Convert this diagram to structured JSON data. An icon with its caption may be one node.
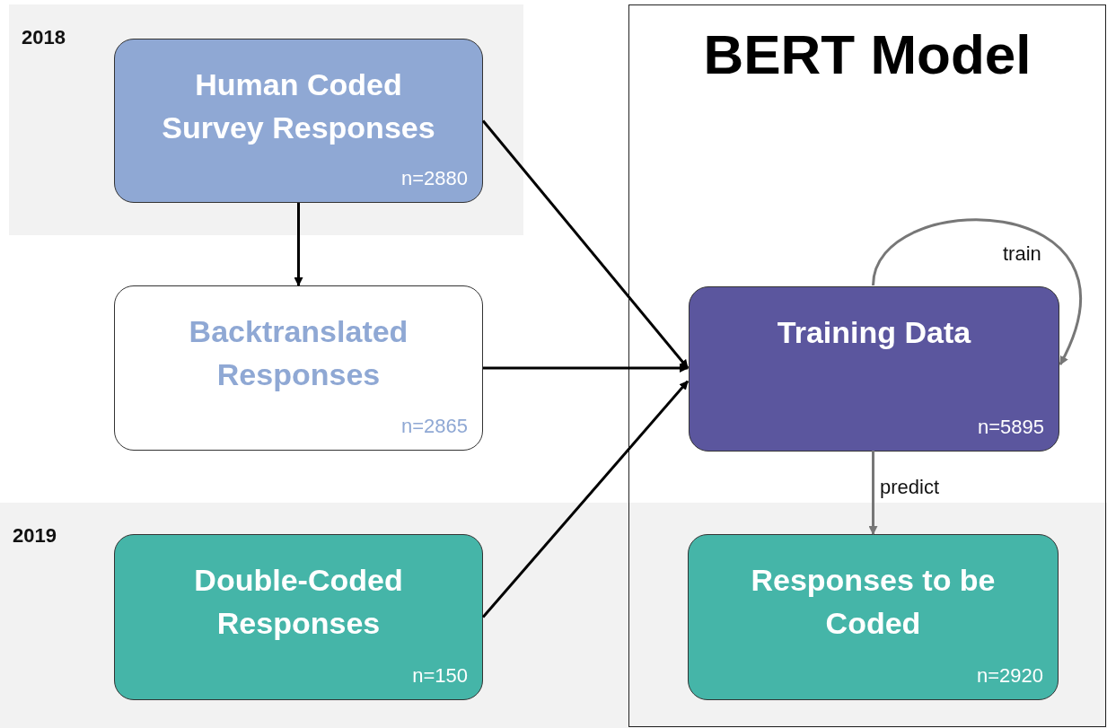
{
  "diagram": {
    "nodes": [
      {
        "text": [
          "2018"
        ]
      },
      {
        "text": [
          "Human Coded Survey Responses",
          "n=2880"
        ],
        "in": 0
      },
      {
        "text": [
          "Backtranslated Responses",
          "n=2865"
        ]
      },
      {
        "text": [
          "2019"
        ]
      },
      {
        "text": [
          "Double-Coded Responses",
          "n=150"
        ],
        "in": 3
      },
      {
        "text": [
          "BERT Model"
        ]
      },
      {
        "text": [
          "Training Data",
          "n=5895"
        ],
        "in": 5
      },
      {
        "text": [
          "Responses to be Coded",
          "n=2920"
        ]
      }
    ],
    "edges": [
      {
        "from": 1,
        "to": 2,
        "arrow": "to"
      },
      {
        "from": 1,
        "to": 6,
        "arrow": "to"
      },
      {
        "from": 2,
        "to": 6,
        "arrow": "to"
      },
      {
        "from": 4,
        "to": 6,
        "arrow": "to"
      },
      {
        "from": 6,
        "to": 6,
        "arrow": "to",
        "label": "train",
        "color": "#777777"
      },
      {
        "from": 6,
        "to": 7,
        "arrow": "to",
        "label": "predict",
        "color": "#777777"
      }
    ]
  }
}
